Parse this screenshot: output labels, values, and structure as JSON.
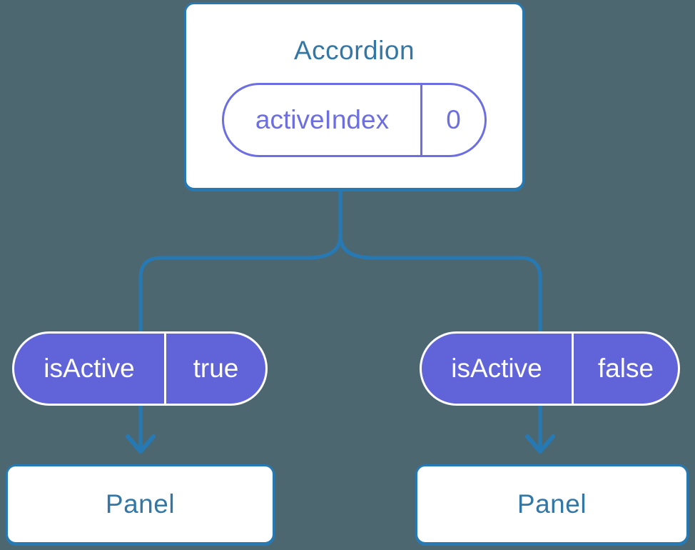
{
  "colors": {
    "bg": "#4d6771",
    "blue": "#2779b3",
    "node-text": "#3377a6",
    "purple-fill": "#6163d9",
    "purple-outline": "#6c6ee2"
  },
  "root_node": {
    "title": "Accordion",
    "state": {
      "label": "activeIndex",
      "value": "0"
    }
  },
  "prop_pills": [
    {
      "label": "isActive",
      "value": "true"
    },
    {
      "label": "isActive",
      "value": "false"
    }
  ],
  "child_nodes": [
    {
      "title": "Panel"
    },
    {
      "title": "Panel"
    }
  ]
}
